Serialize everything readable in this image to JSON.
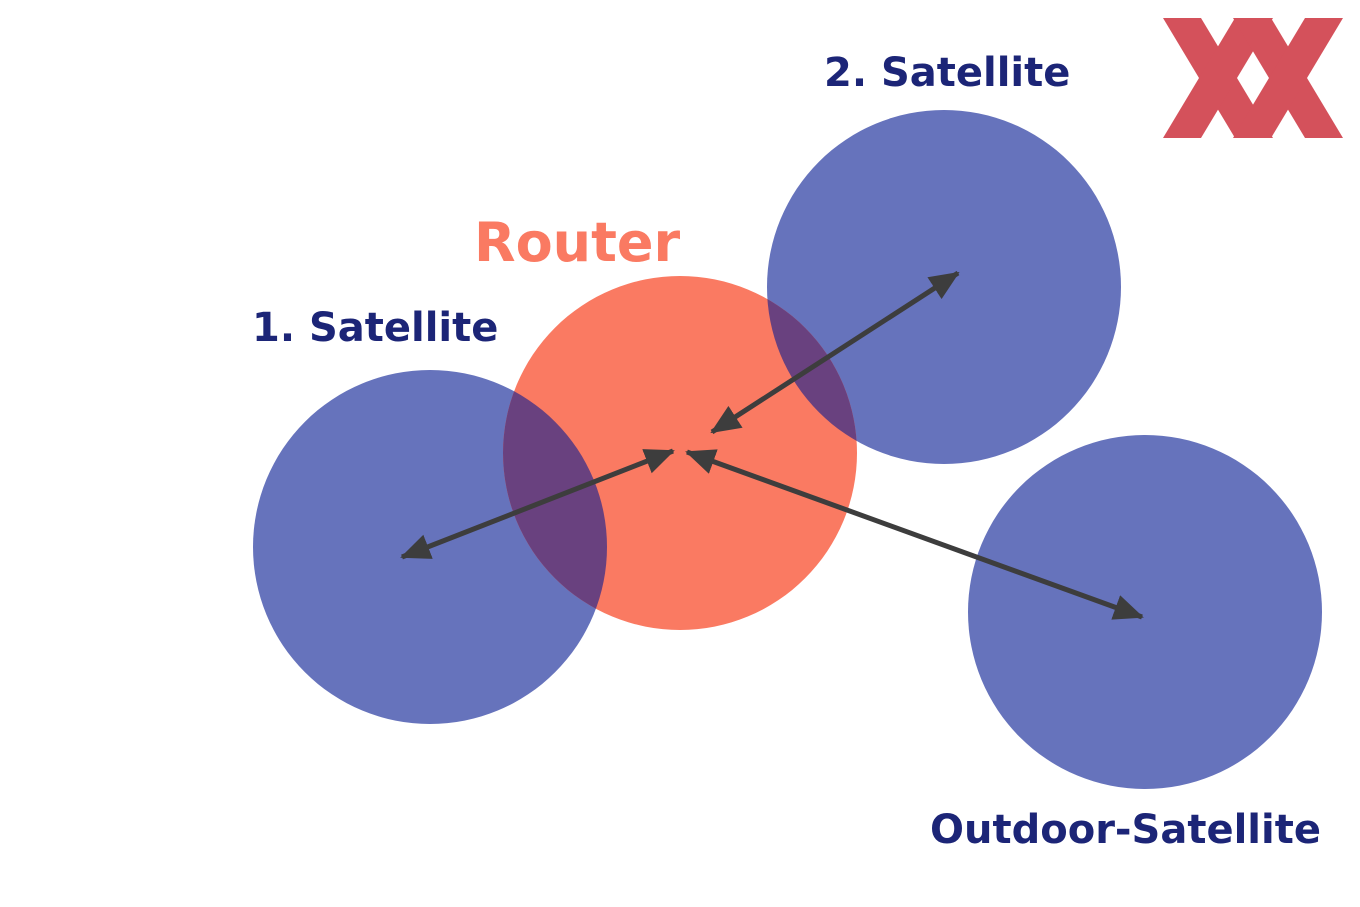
{
  "diagram": {
    "nodes": [
      {
        "id": "router",
        "label": "Router",
        "color": "#fa7a62"
      },
      {
        "id": "satellite-1",
        "label": "1. Satellite",
        "color": "#5b68b8"
      },
      {
        "id": "satellite-2",
        "label": "2. Satellite",
        "color": "#5b68b8"
      },
      {
        "id": "outdoor-satellite",
        "label": "Outdoor-Satellite",
        "color": "#5b68b8"
      }
    ],
    "edges": [
      {
        "from": "router",
        "to": "satellite-1",
        "direction": "both"
      },
      {
        "from": "router",
        "to": "satellite-2",
        "direction": "both"
      },
      {
        "from": "router",
        "to": "outdoor-satellite",
        "direction": "both"
      }
    ],
    "overlap_color": "#69417f",
    "arrow_color": "#3d3d3d",
    "satellite_label_color": "#1c2577",
    "logo": {
      "name": "xx-logo",
      "color": "#cf3a45"
    }
  }
}
